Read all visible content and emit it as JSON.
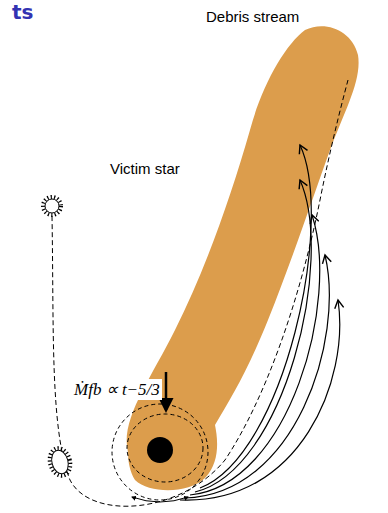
{
  "diagram": {
    "title": "ts",
    "labels": [
      "Debris stream",
      "Victim star",
      "Ṁfb ∝ t−5/3"
    ]
  }
}
